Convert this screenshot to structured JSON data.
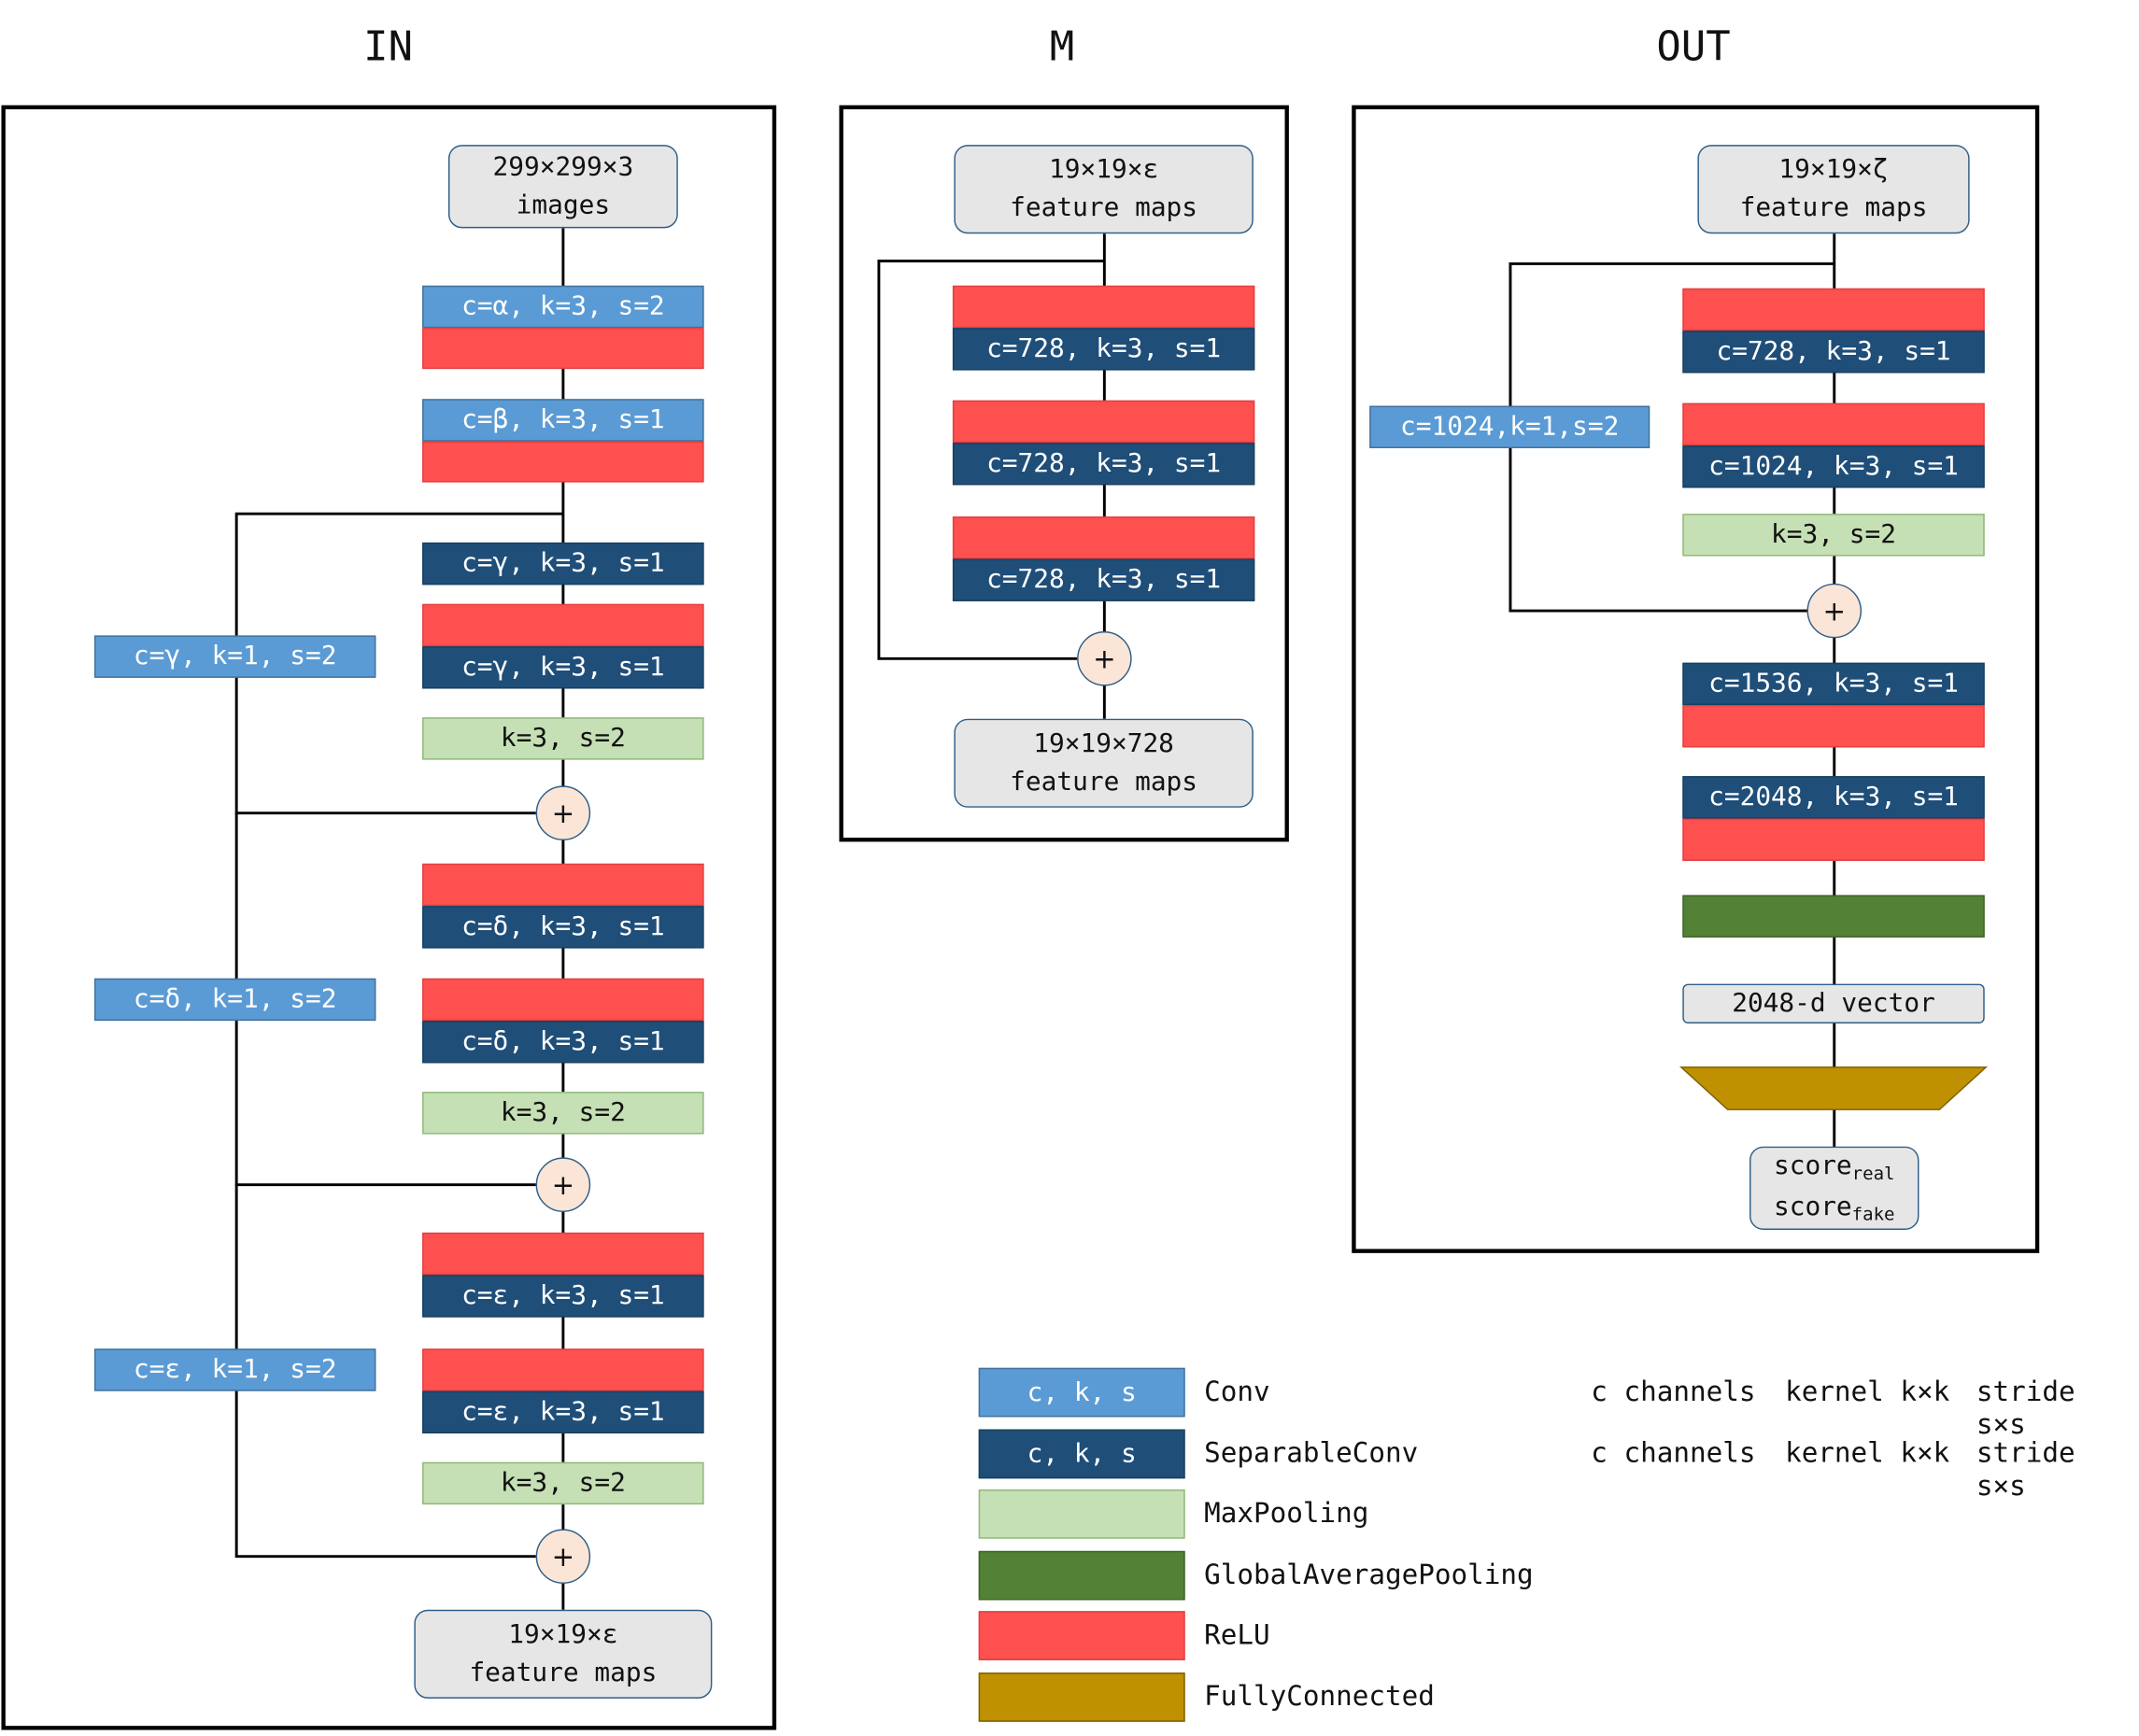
{
  "sections": {
    "in": "IN",
    "m": "M",
    "out": "OUT"
  },
  "in_block": {
    "input_line1": "299×299×3",
    "input_line2": "images",
    "conv1": "c=α, k=3, s=2",
    "conv2": "c=β, k=3, s=1",
    "res1_sep1": "c=γ, k=3, s=1",
    "res1_sep2": "c=γ, k=3, s=1",
    "res1_pool": "k=3, s=2",
    "res1_shortcut": "c=γ, k=1, s=2",
    "res2_sep1": "c=δ, k=3, s=1",
    "res2_sep2": "c=δ, k=3, s=1",
    "res2_pool": "k=3, s=2",
    "res2_shortcut": "c=δ, k=1, s=2",
    "res3_sep1": "c=ε, k=3, s=1",
    "res3_sep2": "c=ε, k=3, s=1",
    "res3_pool": "k=3, s=2",
    "res3_shortcut": "c=ε, k=1, s=2",
    "output_line1": "19×19×ε",
    "output_line2": "feature maps",
    "plus": "+"
  },
  "m_block": {
    "input_line1": "19×19×ε",
    "input_line2": "feature maps",
    "sep1": "c=728, k=3, s=1",
    "sep2": "c=728, k=3, s=1",
    "sep3": "c=728, k=3, s=1",
    "output_line1": "19×19×728",
    "output_line2": "feature maps",
    "plus": "+"
  },
  "out_block": {
    "input_line1": "19×19×ζ",
    "input_line2": "feature maps",
    "sep1": "c=728, k=3, s=1",
    "sep2": "c=1024, k=3, s=1",
    "pool": "k=3, s=2",
    "shortcut": "c=1024,k=1,s=2",
    "sep3": "c=1536, k=3, s=1",
    "sep4": "c=2048, k=3, s=1",
    "vector": "2048-d vector",
    "score": "score",
    "score_real_sub": "real",
    "score_fake_sub": "fake",
    "plus": "+"
  },
  "legend": {
    "conv_box": "c, k, s",
    "conv": "Conv",
    "sepconv_box": "c, k, s",
    "sepconv": "SeparableConv",
    "maxpool": "MaxPooling",
    "gap": "GlobalAveragePooling",
    "relu": "ReLU",
    "fc": "FullyConnected",
    "c_desc": "c channels",
    "k_desc": "kernel k×k",
    "s_desc": "stride s×s"
  },
  "colors": {
    "conv": "#5b9bd5",
    "separable_conv": "#1f4e79",
    "max_pooling": "#c5e0b4",
    "global_average_pooling": "#538135",
    "relu": "#ff5050",
    "fully_connected": "#bf9000",
    "add": "#fbe5d6",
    "feature_box": "#e7e6e6"
  },
  "icons": {
    "add": "plus-circle-icon",
    "fully_connected": "trapezoid-icon"
  }
}
